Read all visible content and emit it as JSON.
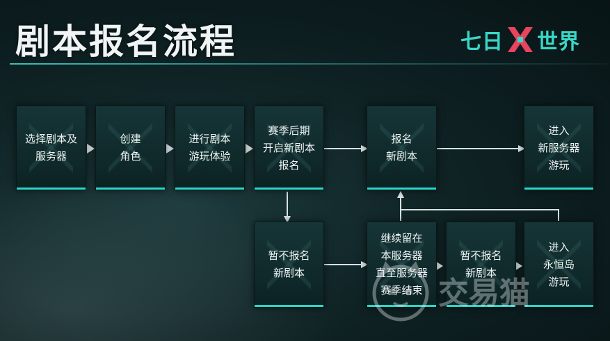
{
  "header": {
    "title": "剧本报名流程"
  },
  "logo": {
    "left": "七日",
    "right": "世界",
    "emblem_color": "#e8435f",
    "text_color": "#39d7c6"
  },
  "boxes": {
    "select": "选择剧本及\n服务器",
    "create": "创建\n角色",
    "play": "进行剧本\n游玩体验",
    "season_open": "赛季后期\n开启新剧本\n报名",
    "signup": "报名\n新剧本",
    "enter_new": "进入\n新服务器\n游玩",
    "not_signup_1": "暂不报名\n新剧本",
    "stay": "继续留在\n本服务器\n直至服务器\n赛季结束",
    "not_signup_2": "暂不报名\n新剧本",
    "eternal": "进入\n永恒岛\n游玩"
  },
  "watermark": {
    "text": "交易猫"
  },
  "colors": {
    "accent": "#2bd6c6",
    "arrow": "#d8e2e2"
  }
}
